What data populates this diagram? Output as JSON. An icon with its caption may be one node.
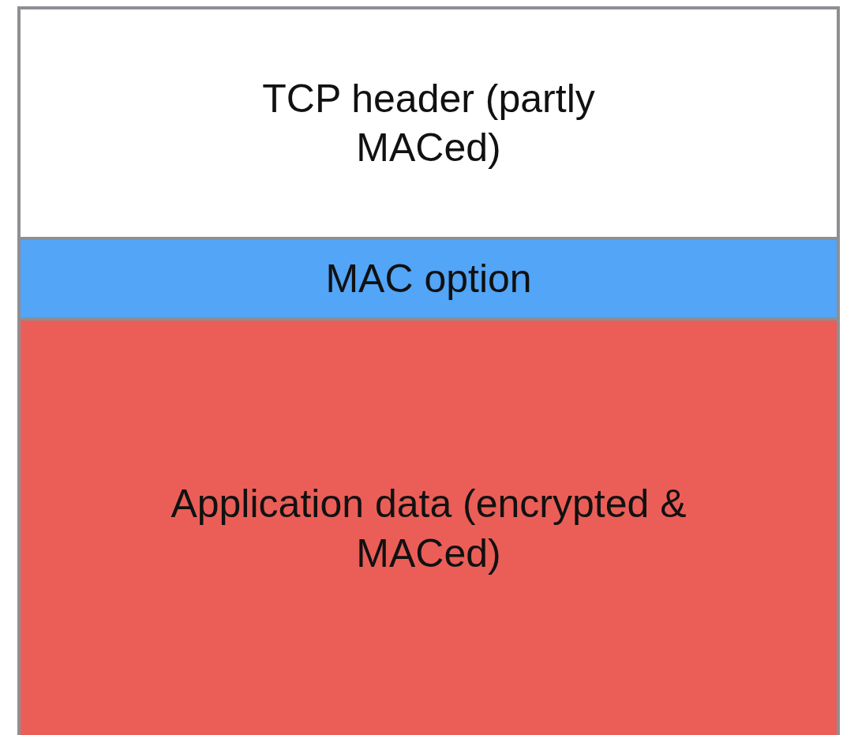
{
  "diagram": {
    "nodes": [
      {
        "text": [
          "TCP header (partly MACed)"
        ]
      },
      {
        "text": [
          "MAC option"
        ]
      },
      {
        "text": [
          "Application data (encrypted & MACed)"
        ]
      }
    ]
  }
}
